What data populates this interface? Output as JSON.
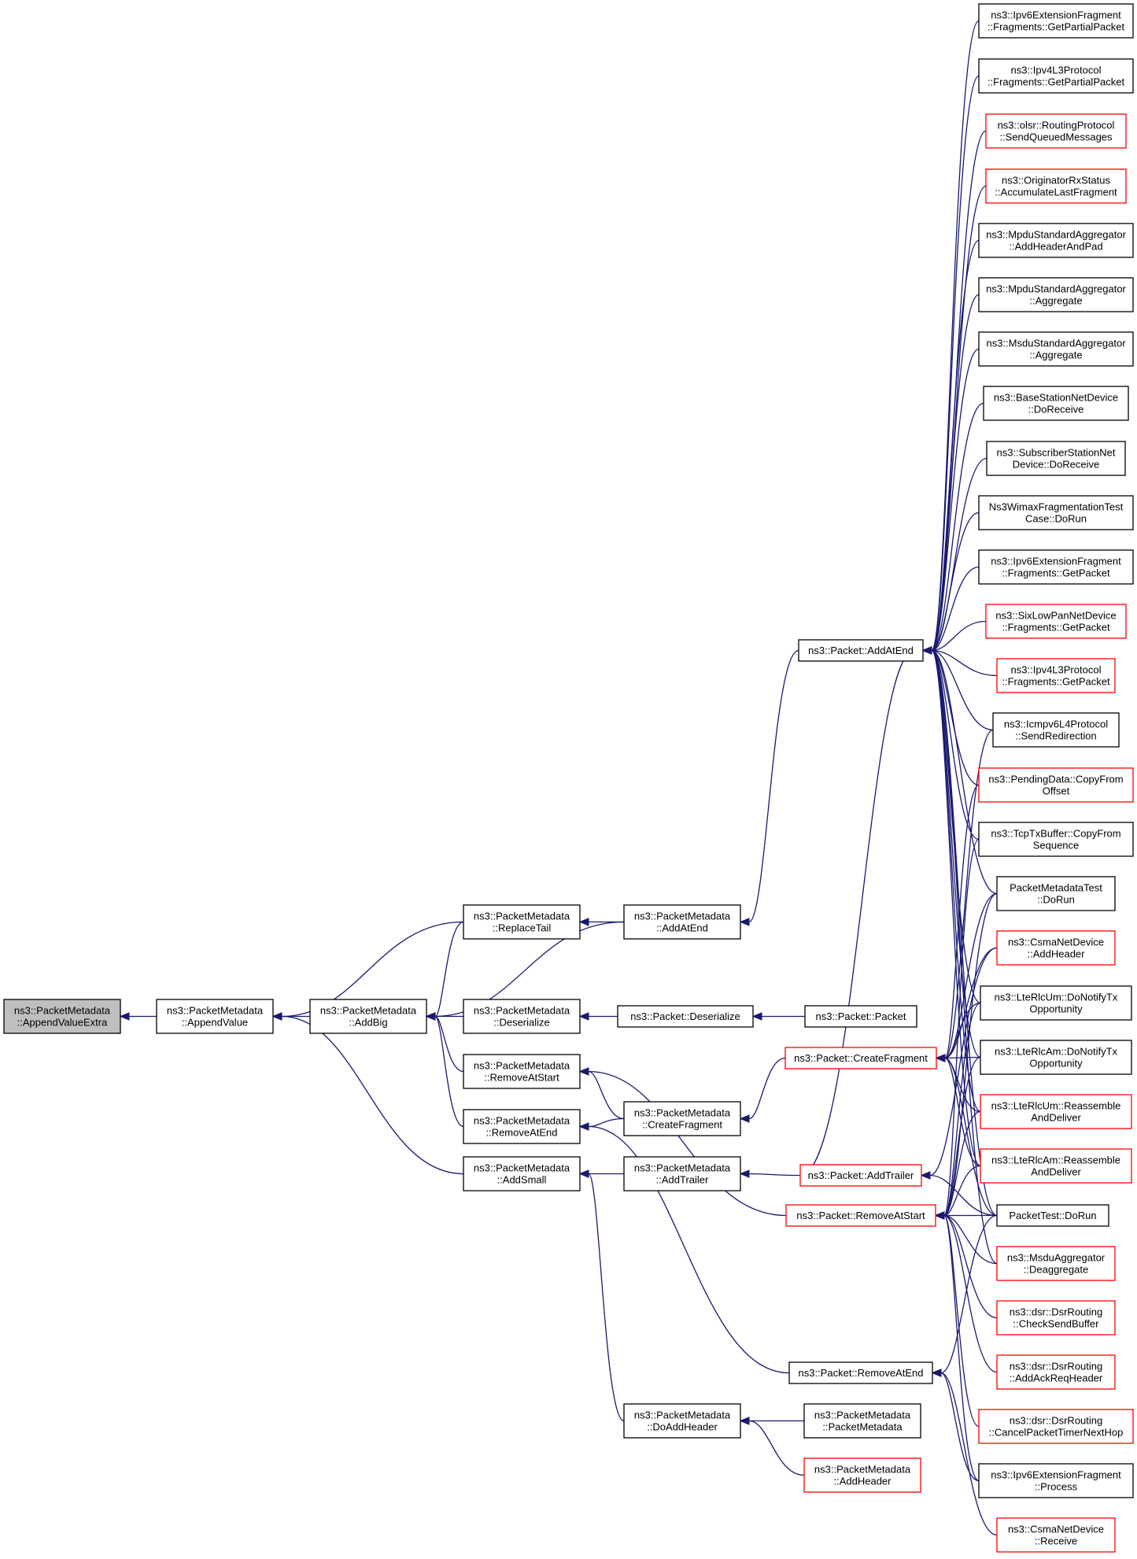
{
  "graph": {
    "nodes": [
      {
        "id": "append_value_extra",
        "lines": [
          "ns3::PacketMetadata",
          "::AppendValueExtra"
        ],
        "style": "root"
      },
      {
        "id": "append_value",
        "lines": [
          "ns3::PacketMetadata",
          "::AppendValue"
        ],
        "style": "normal"
      },
      {
        "id": "add_big",
        "lines": [
          "ns3::PacketMetadata",
          "::AddBig"
        ],
        "style": "normal"
      },
      {
        "id": "add_small",
        "lines": [
          "ns3::PacketMetadata",
          "::AddSmall"
        ],
        "style": "normal"
      },
      {
        "id": "replace_tail",
        "lines": [
          "ns3::PacketMetadata",
          "::ReplaceTail"
        ],
        "style": "normal"
      },
      {
        "id": "deserialize_pm",
        "lines": [
          "ns3::PacketMetadata",
          "::Deserialize"
        ],
        "style": "normal"
      },
      {
        "id": "remove_at_start_pm",
        "lines": [
          "ns3::PacketMetadata",
          "::RemoveAtStart"
        ],
        "style": "normal"
      },
      {
        "id": "remove_at_end_pm",
        "lines": [
          "ns3::PacketMetadata",
          "::RemoveAtEnd"
        ],
        "style": "normal"
      },
      {
        "id": "pm_add_at_end",
        "lines": [
          "ns3::PacketMetadata",
          "::AddAtEnd"
        ],
        "style": "normal"
      },
      {
        "id": "pkt_deserialize",
        "lines": [
          "ns3::Packet::Deserialize"
        ],
        "style": "normal"
      },
      {
        "id": "pm_create_fragment",
        "lines": [
          "ns3::PacketMetadata",
          "::CreateFragment"
        ],
        "style": "normal"
      },
      {
        "id": "pm_add_trailer",
        "lines": [
          "ns3::PacketMetadata",
          "::AddTrailer"
        ],
        "style": "normal"
      },
      {
        "id": "pm_do_add_header",
        "lines": [
          "ns3::PacketMetadata",
          "::DoAddHeader"
        ],
        "style": "normal"
      },
      {
        "id": "pkt_add_at_end",
        "lines": [
          "ns3::Packet::AddAtEnd"
        ],
        "style": "normal"
      },
      {
        "id": "pkt_packet",
        "lines": [
          "ns3::Packet::Packet"
        ],
        "style": "normal"
      },
      {
        "id": "pkt_create_fragment",
        "lines": [
          "ns3::Packet::CreateFragment"
        ],
        "style": "red"
      },
      {
        "id": "pkt_add_trailer",
        "lines": [
          "ns3::Packet::AddTrailer"
        ],
        "style": "red"
      },
      {
        "id": "pkt_remove_at_start",
        "lines": [
          "ns3::Packet::RemoveAtStart"
        ],
        "style": "red"
      },
      {
        "id": "pkt_remove_at_end",
        "lines": [
          "ns3::Packet::RemoveAtEnd"
        ],
        "style": "normal"
      },
      {
        "id": "pm_packet_metadata",
        "lines": [
          "ns3::PacketMetadata",
          "::PacketMetadata"
        ],
        "style": "normal"
      },
      {
        "id": "pm_add_header",
        "lines": [
          "ns3::PacketMetadata",
          "::AddHeader"
        ],
        "style": "red"
      },
      {
        "id": "ipv6_frag_get_partial",
        "lines": [
          "ns3::Ipv6ExtensionFragment",
          "::Fragments::GetPartialPacket"
        ],
        "style": "normal"
      },
      {
        "id": "ipv4_frag_get_partial",
        "lines": [
          "ns3::Ipv4L3Protocol",
          "::Fragments::GetPartialPacket"
        ],
        "style": "normal"
      },
      {
        "id": "olsr_send_queued",
        "lines": [
          "ns3::olsr::RoutingProtocol",
          "::SendQueuedMessages"
        ],
        "style": "red"
      },
      {
        "id": "orig_rx_status",
        "lines": [
          "ns3::OriginatorRxStatus",
          "::AccumulateLastFragment"
        ],
        "style": "red"
      },
      {
        "id": "mpdu_add_header_pad",
        "lines": [
          "ns3::MpduStandardAggregator",
          "::AddHeaderAndPad"
        ],
        "style": "normal"
      },
      {
        "id": "mpdu_aggregate",
        "lines": [
          "ns3::MpduStandardAggregator",
          "::Aggregate"
        ],
        "style": "normal"
      },
      {
        "id": "msdu_aggregate",
        "lines": [
          "ns3::MsduStandardAggregator",
          "::Aggregate"
        ],
        "style": "normal"
      },
      {
        "id": "bs_do_receive",
        "lines": [
          "ns3::BaseStationNetDevice",
          "::DoReceive"
        ],
        "style": "normal"
      },
      {
        "id": "ss_do_receive",
        "lines": [
          "ns3::SubscriberStationNet",
          "Device::DoReceive"
        ],
        "style": "normal"
      },
      {
        "id": "wimax_frag_test",
        "lines": [
          "Ns3WimaxFragmentationTest",
          "Case::DoRun"
        ],
        "style": "normal"
      },
      {
        "id": "ipv6_frag_get_packet",
        "lines": [
          "ns3::Ipv6ExtensionFragment",
          "::Fragments::GetPacket"
        ],
        "style": "normal"
      },
      {
        "id": "sixlowpan_get_packet",
        "lines": [
          "ns3::SixLowPanNetDevice",
          "::Fragments::GetPacket"
        ],
        "style": "red"
      },
      {
        "id": "ipv4_frag_get_packet",
        "lines": [
          "ns3::Ipv4L3Protocol",
          "::Fragments::GetPacket"
        ],
        "style": "red"
      },
      {
        "id": "icmpv6_send_redirection",
        "lines": [
          "ns3::Icmpv6L4Protocol",
          "::SendRedirection"
        ],
        "style": "normal"
      },
      {
        "id": "pending_copy_from_offset",
        "lines": [
          "ns3::PendingData::CopyFrom",
          "Offset"
        ],
        "style": "red"
      },
      {
        "id": "tcp_tx_copy_seq",
        "lines": [
          "ns3::TcpTxBuffer::CopyFrom",
          "Sequence"
        ],
        "style": "normal"
      },
      {
        "id": "pm_test_do_run",
        "lines": [
          "PacketMetadataTest",
          "::DoRun"
        ],
        "style": "normal"
      },
      {
        "id": "csma_add_header",
        "lines": [
          "ns3::CsmaNetDevice",
          "::AddHeader"
        ],
        "style": "red"
      },
      {
        "id": "lte_um_notify_tx",
        "lines": [
          "ns3::LteRlcUm::DoNotifyTx",
          "Opportunity"
        ],
        "style": "normal"
      },
      {
        "id": "lte_am_notify_tx",
        "lines": [
          "ns3::LteRlcAm::DoNotifyTx",
          "Opportunity"
        ],
        "style": "normal"
      },
      {
        "id": "lte_um_reassemble",
        "lines": [
          "ns3::LteRlcUm::Reassemble",
          "AndDeliver"
        ],
        "style": "red"
      },
      {
        "id": "lte_am_reassemble",
        "lines": [
          "ns3::LteRlcAm::Reassemble",
          "AndDeliver"
        ],
        "style": "red"
      },
      {
        "id": "packet_test_do_run",
        "lines": [
          "PacketTest::DoRun"
        ],
        "style": "normal"
      },
      {
        "id": "msdu_deaggregate",
        "lines": [
          "ns3::MsduAggregator",
          "::Deaggregate"
        ],
        "style": "red"
      },
      {
        "id": "dsr_check_send_buffer",
        "lines": [
          "ns3::dsr::DsrRouting",
          "::CheckSendBuffer"
        ],
        "style": "red"
      },
      {
        "id": "dsr_add_ack_req",
        "lines": [
          "ns3::dsr::DsrRouting",
          "::AddAckReqHeader"
        ],
        "style": "red"
      },
      {
        "id": "dsr_cancel_timer",
        "lines": [
          "ns3::dsr::DsrRouting",
          "::CancelPacketTimerNextHop"
        ],
        "style": "red"
      },
      {
        "id": "ipv6_ext_frag_process",
        "lines": [
          "ns3::Ipv6ExtensionFragment",
          "::Process"
        ],
        "style": "normal"
      },
      {
        "id": "csma_receive",
        "lines": [
          "ns3::CsmaNetDevice",
          "::Receive"
        ],
        "style": "red"
      }
    ]
  }
}
